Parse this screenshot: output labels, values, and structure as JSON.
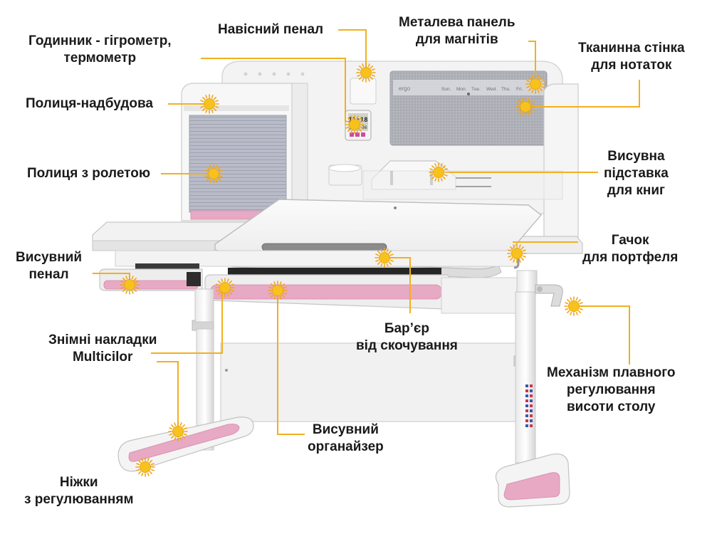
{
  "colors": {
    "callout_line": "#f2b01e",
    "marker_fill": "#f7c21c",
    "marker_ray": "#f2a516",
    "pink_accent": "#e7a9c4",
    "desk_white": "#f4f4f4",
    "frame_gray": "#c9c9c9"
  },
  "labels": {
    "clock": [
      "Годинник - гігрометр,",
      "термометр"
    ],
    "pencil_case": [
      "Навісний пенал"
    ],
    "metal_panel": [
      "Металева панель",
      "для магнітів"
    ],
    "fabric_wall": [
      "Тканинна стінка",
      "для нотаток"
    ],
    "shelf_top": [
      "Полиця-надбудова"
    ],
    "shelf_roller": [
      "Полиця з ролетою"
    ],
    "book_stand": [
      "Висувна",
      "підставка",
      "для книг"
    ],
    "hook": [
      "Гачок",
      "для портфеля"
    ],
    "drawer_pencil": [
      "Висувний",
      "пенал"
    ],
    "barrier": [
      "Бар’єр",
      "від скочування"
    ],
    "covers": [
      "Знімні накладки",
      "Multicilor"
    ],
    "mechanism": [
      "Механізм плавного",
      "регулювання",
      "висоти столу"
    ],
    "organizer": [
      "Висувний",
      "органайзер"
    ],
    "legs": [
      "Ніжки",
      "з регулюванням"
    ]
  },
  "clock_display": {
    "time": "11:18",
    "temp": "26.3 36"
  },
  "board_days": [
    "Sun.",
    "Mon.",
    "Tue.",
    "Wed.",
    "Thu.",
    "Fri."
  ],
  "icons": [
    "sun-marker-icon"
  ]
}
